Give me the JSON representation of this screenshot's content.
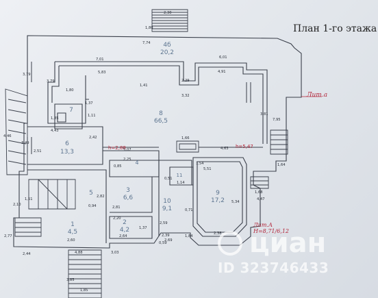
{
  "title": "План 1-го этажа",
  "labels": {
    "lit_a": "Лит.а",
    "lit_b_line1": "Лит.А",
    "lit_b_line2": "H=8,71/6,12"
  },
  "rooms": [
    {
      "num": "4б",
      "area": "20,2"
    },
    {
      "num": "8",
      "area": "66,5"
    },
    {
      "num": "7",
      "area": ""
    },
    {
      "num": "6",
      "area": "13,3"
    },
    {
      "num": "4",
      "area": ""
    },
    {
      "num": "5",
      "area": ""
    },
    {
      "num": "3",
      "area": "6,6"
    },
    {
      "num": "2",
      "area": "4,2"
    },
    {
      "num": "1",
      "area": "4,5"
    },
    {
      "num": "10",
      "area": "9,1"
    },
    {
      "num": "9",
      "area": "17,2"
    },
    {
      "num": "11",
      "area": ""
    }
  ],
  "heights": [
    "h=2,88",
    "h=5,47"
  ],
  "dimensions": [
    "2,30",
    "1,80",
    "7,74",
    "7,01",
    "6,01",
    "5,83",
    "4,91",
    "3,79",
    "3,79",
    "1,80",
    "1,41",
    "2,29",
    "3,32",
    "1,11",
    "1,37",
    "1,85",
    "4,43",
    "2,42",
    "5,07",
    "4,63",
    "3,81",
    "7,95",
    "1,66",
    "2,51",
    "3,49",
    "4,46",
    "2,25",
    "0,85",
    "0,51",
    "5,51",
    "1,64",
    "1,14",
    "1,54",
    "5,34",
    "4,47",
    "1,51",
    "2,10",
    "2,81",
    "0,94",
    "2,82",
    "1,37",
    "2,59",
    "2,20",
    "2,64",
    "2,60",
    "2,44",
    "2,77",
    "0,59",
    "2,39",
    "3,03",
    "4,88",
    "1,85",
    "3,85",
    "1,68",
    "2,38",
    "0,71",
    "1,84",
    "2,69"
  ],
  "watermark": {
    "brand": "циан",
    "id": "ID 323746433"
  },
  "colors": {
    "line": "#3a3f4a",
    "room_text": "#5d7590",
    "accent": "#b3263a"
  }
}
